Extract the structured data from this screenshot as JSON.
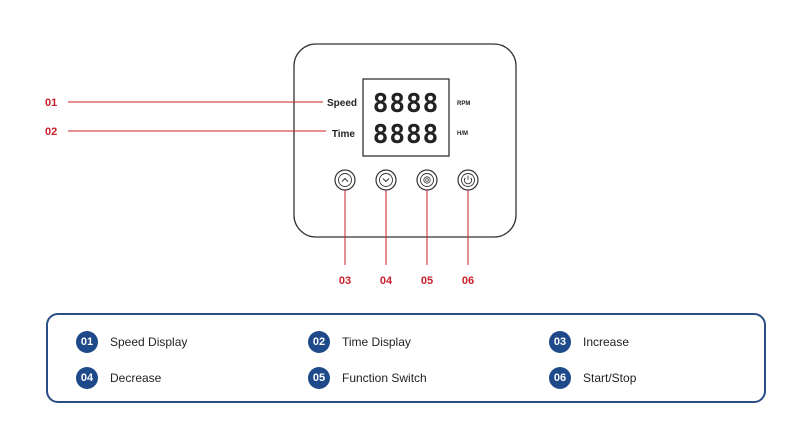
{
  "panel": {
    "speed_label": "Speed",
    "time_label": "Time",
    "speed_digits": "8888",
    "time_digits": "8888",
    "speed_unit": "RPM",
    "time_unit": "H/M"
  },
  "buttons": [
    {
      "id": "increase",
      "icon": "chevron-up-icon"
    },
    {
      "id": "decrease",
      "icon": "chevron-down-icon"
    },
    {
      "id": "function",
      "icon": "function-switch-icon"
    },
    {
      "id": "power",
      "icon": "power-icon"
    }
  ],
  "callouts": {
    "c01": "01",
    "c02": "02",
    "c03": "03",
    "c04": "04",
    "c05": "05",
    "c06": "06"
  },
  "legend": [
    {
      "num": "01",
      "label": "Speed Display"
    },
    {
      "num": "02",
      "label": "Time Display"
    },
    {
      "num": "03",
      "label": "Increase"
    },
    {
      "num": "04",
      "label": "Decrease"
    },
    {
      "num": "05",
      "label": "Function Switch"
    },
    {
      "num": "06",
      "label": "Start/Stop"
    }
  ],
  "colors": {
    "callout_red": "#c8202b",
    "legend_blue": "#1f4a8a",
    "legend_border": "#2a4f87",
    "outline": "#333333"
  }
}
